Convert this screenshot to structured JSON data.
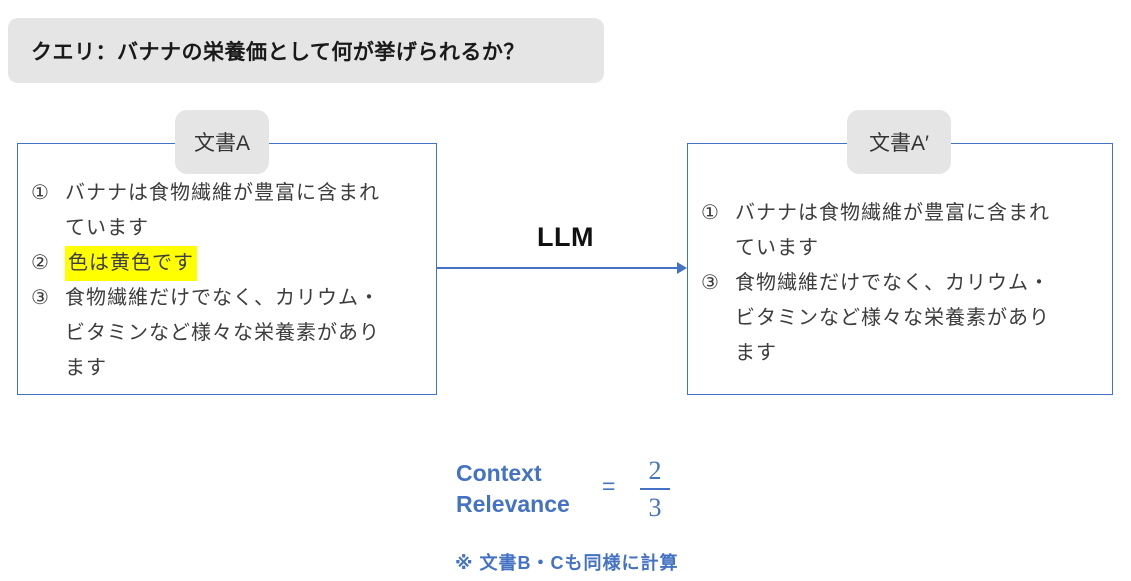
{
  "query": {
    "text": "クエリ：バナナの栄養価として何が挙げられるか？"
  },
  "llm": {
    "label": "LLM"
  },
  "doc_a": {
    "title": "文書A",
    "items": [
      {
        "num": "①",
        "text": "バナナは食物繊維が豊富に含まれ\nています"
      },
      {
        "num": "②",
        "text": "色は黄色です",
        "highlighted": true
      },
      {
        "num": "③",
        "text": "食物繊維だけでなく、カリウム・\nビタミンなど様々な栄養素があり\nます"
      }
    ]
  },
  "doc_a_prime": {
    "title": "文書A′",
    "items": [
      {
        "num": "①",
        "text": "バナナは食物繊維が豊富に含まれ\nています"
      },
      {
        "num": "③",
        "text": "食物繊維だけでなく、カリウム・\nビタミンなど様々な栄養素があり\nます"
      }
    ]
  },
  "formula": {
    "metric_line1": "Context",
    "metric_line2": "Relevance",
    "equals": "=",
    "numerator": "2",
    "denominator": "3"
  },
  "note": {
    "text": "※ 文書B・Cも同様に計算"
  },
  "colors": {
    "accent_blue": "#4472C4",
    "highlight_yellow": "#FFFF00",
    "label_gray": "#E6E5E5"
  }
}
